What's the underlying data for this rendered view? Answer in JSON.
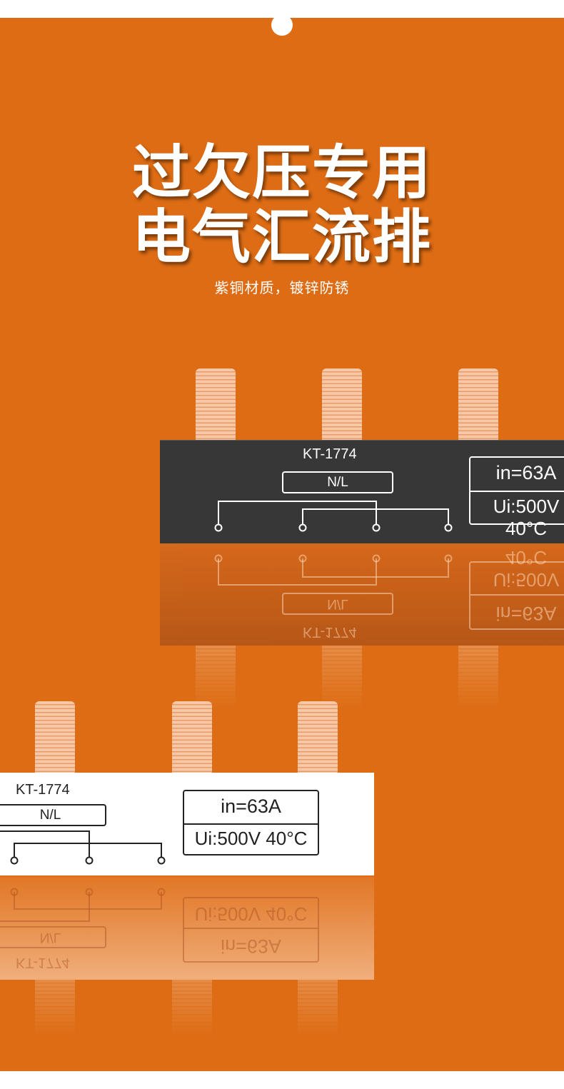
{
  "headline": {
    "line1": "过欠压专用",
    "line2": "电气汇流排"
  },
  "subheadline": "紫铜材质，镀锌防锈",
  "products": [
    {
      "variant": "dark",
      "model": "KT-1774",
      "pole_label": "N/L",
      "rating_current": "in=63A",
      "rating_voltage": "Ui:500V 40°C"
    },
    {
      "variant": "light",
      "model": "KT-1774",
      "pole_label": "N/L",
      "rating_current": "in=63A",
      "rating_voltage": "Ui:500V 40°C"
    }
  ],
  "colors": {
    "background": "#dd6c14",
    "dark_body": "#373737",
    "light_body": "#ffffff",
    "copper": "#f6c8a6"
  }
}
